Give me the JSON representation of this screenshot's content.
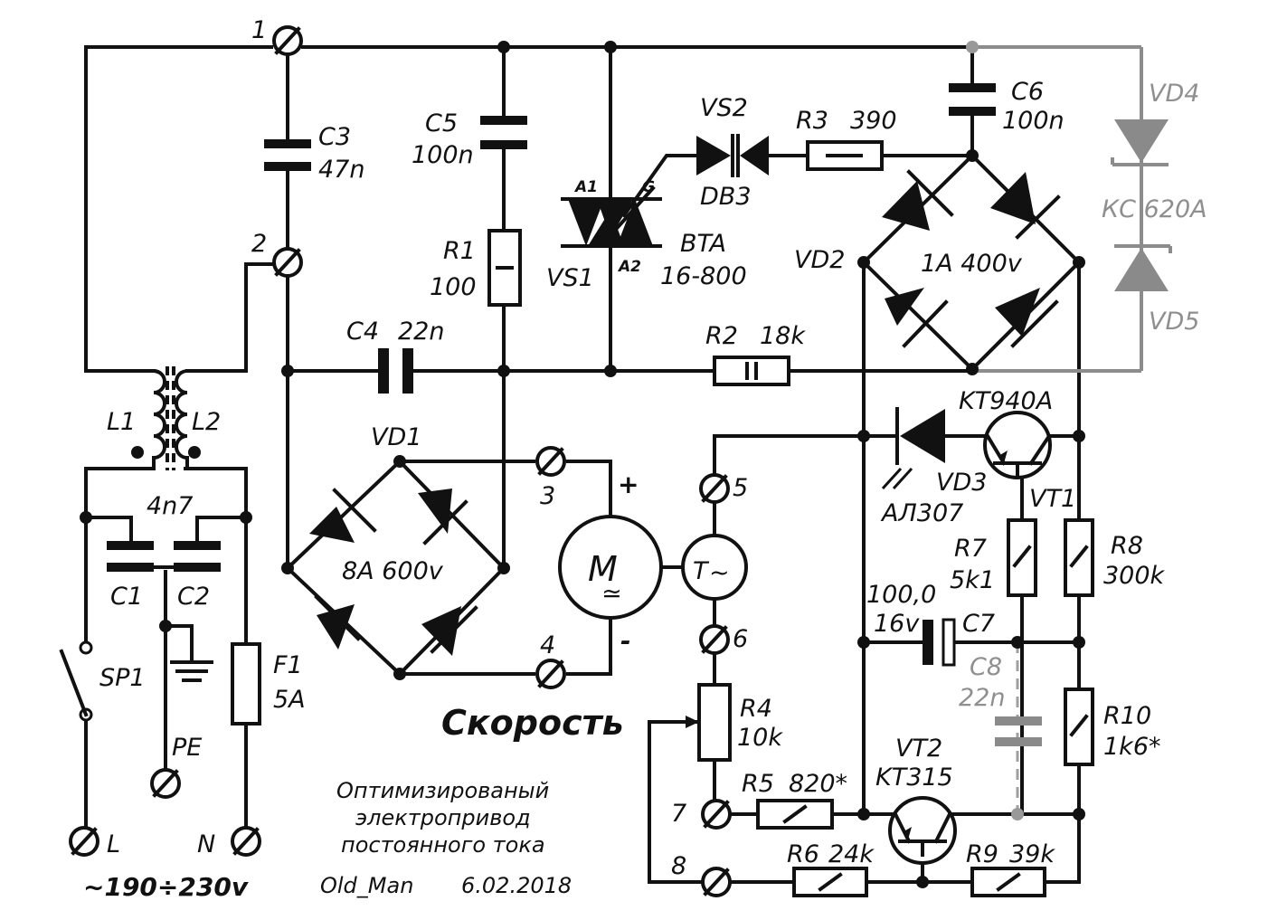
{
  "terminals": [
    "1",
    "2",
    "3",
    "4",
    "5",
    "6",
    "7",
    "8"
  ],
  "components": {
    "c3": {
      "ref": "C3",
      "value": "47n"
    },
    "c5": {
      "ref": "C5",
      "value": "100n"
    },
    "r1": {
      "ref": "R1",
      "value": "100"
    },
    "vs1": {
      "ref": "VS1",
      "a1": "A1",
      "a2": "A2",
      "g": "G",
      "type_l1": "BTA",
      "type_l2": "16-800"
    },
    "vs2": {
      "ref": "VS2",
      "type": "DB3"
    },
    "r3": {
      "ref": "R3",
      "value": "390"
    },
    "c6": {
      "ref": "C6",
      "value": "100n"
    },
    "vd4": {
      "ref": "VD4"
    },
    "vd5": {
      "ref": "VD5"
    },
    "kc": {
      "type": "КС 620А"
    },
    "vd2": {
      "ref": "VD2",
      "rating": "1A 400v"
    },
    "c4": {
      "ref": "C4",
      "value": "22n"
    },
    "r2": {
      "ref": "R2",
      "value": "18k"
    },
    "l1": {
      "ref": "L1"
    },
    "l2": {
      "ref": "L2"
    },
    "vd1": {
      "ref": "VD1",
      "rating": "8A 600v"
    },
    "c12": {
      "ref1": "C1",
      "ref2": "C2",
      "value": "4n7"
    },
    "sp1": {
      "ref": "SP1"
    },
    "pe": {
      "ref": "PE"
    },
    "f1": {
      "ref": "F1",
      "value": "5A"
    },
    "motor": {
      "ref": "M",
      "plus": "+",
      "minus": "-"
    },
    "tacho": {
      "ref": "T"
    },
    "vd3": {
      "ref": "VD3",
      "type": "АЛ307"
    },
    "vt1": {
      "ref": "VT1",
      "type": "KT940A"
    },
    "r7": {
      "ref": "R7",
      "value": "5k1"
    },
    "r8": {
      "ref": "R8",
      "value": "300k"
    },
    "c7": {
      "ref": "C7",
      "value_l1": "100,0",
      "value_l2": "16v"
    },
    "c8": {
      "ref": "C8",
      "value": "22n"
    },
    "r10": {
      "ref": "R10",
      "value": "1k6*"
    },
    "r4": {
      "ref": "R4",
      "value": "10k"
    },
    "r5": {
      "ref": "R5",
      "value": "820*"
    },
    "vt2": {
      "ref": "VT2",
      "type": "KT315"
    },
    "r6": {
      "ref": "R6",
      "value": "24k"
    },
    "r9": {
      "ref": "R9",
      "value": "39k"
    }
  },
  "mains": {
    "l": "L",
    "n": "N",
    "voltage": "~190÷230v"
  },
  "speed_label": "Скорость",
  "notes": {
    "line1": "Оптимизированый",
    "line2": "электропривод",
    "line3": "постоянного тока"
  },
  "author": "Old_Man",
  "date": "6.02.2018",
  "colors": {
    "ink": "#111111",
    "optional_gray": "#8c8c8c"
  }
}
